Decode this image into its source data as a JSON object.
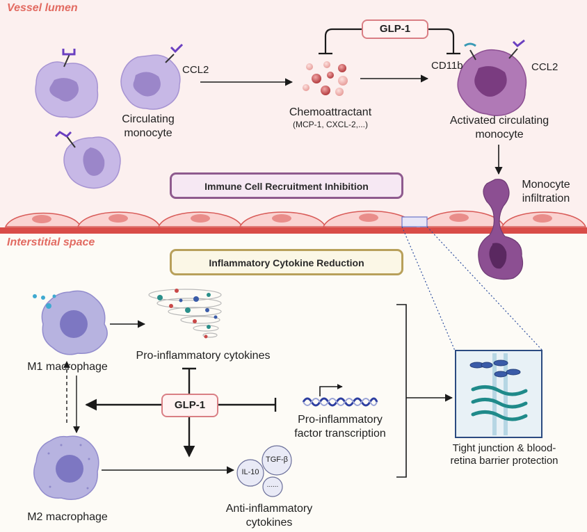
{
  "zones": {
    "lumen": "Vessel lumen",
    "interstitial": "Interstitial space"
  },
  "banners": {
    "recruitment": "Immune Cell Recruitment Inhibition",
    "cytokine": "Inflammatory Cytokine Reduction"
  },
  "glp1": {
    "top": "GLP-1",
    "center": "GLP-1"
  },
  "labels": {
    "ccl2_left": "CCL2",
    "circulating_1": "Circulating",
    "circulating_2": "monocyte",
    "chemo_title": "Chemoattractant",
    "chemo_sub": "(MCP-1, CXCL-2,...)",
    "cd11b": "CD11b",
    "ccl2_right": "CCL2",
    "activated_1": "Activated circulating",
    "activated_2": "monocyte",
    "infiltration_1": "Monocyte",
    "infiltration_2": "infiltration",
    "m1": "M1 macrophage",
    "pro_cytokines": "Pro-inflammatory cytokines",
    "pro_factor_1": "Pro-inflammatory",
    "pro_factor_2": "factor transcription",
    "m2": "M2 macrophage",
    "anti_1": "Anti-inflammatory",
    "anti_2": "cytokines",
    "il10": "IL-10",
    "tgfb": "TGF-β",
    "dots": "......",
    "tight_1": "Tight junction & blood-",
    "tight_2": "retina barrier protection"
  },
  "colors": {
    "lumen_bg": "#fcf0ef",
    "interstitial_bg": "#fdfbf6",
    "zone_label": "#e26b62",
    "glp_border": "#d97e84",
    "recruit_border": "#8e5a8e",
    "cytokine_border": "#b8a05a",
    "monocyte": "#c7b8e6",
    "activated": "#8c4f92",
    "macrophage": "#b7b3e0",
    "endothelium": "#d94c48"
  }
}
